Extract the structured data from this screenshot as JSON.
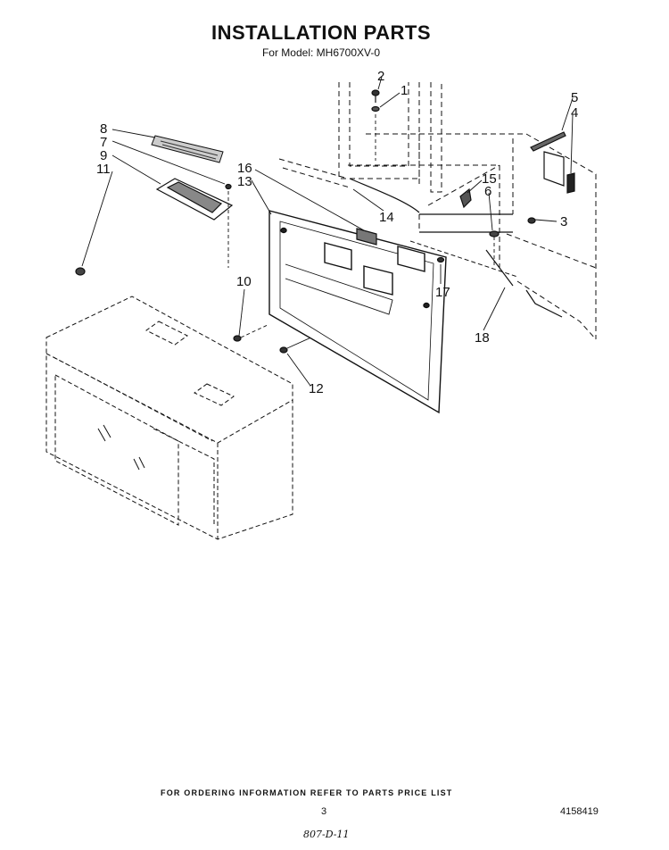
{
  "header": {
    "title": "INSTALLATION PARTS",
    "subtitle": "For Model: MH6700XV-0"
  },
  "callouts": [
    "1",
    "2",
    "3",
    "4",
    "5",
    "6",
    "7",
    "8",
    "9",
    "10",
    "11",
    "12",
    "13",
    "14",
    "15",
    "16",
    "17",
    "18"
  ],
  "footer": {
    "note": "FOR ORDERING INFORMATION REFER TO PARTS PRICE LIST",
    "page_number": "3",
    "document_number": "4158419",
    "handwritten_mark": "807-D-11"
  }
}
